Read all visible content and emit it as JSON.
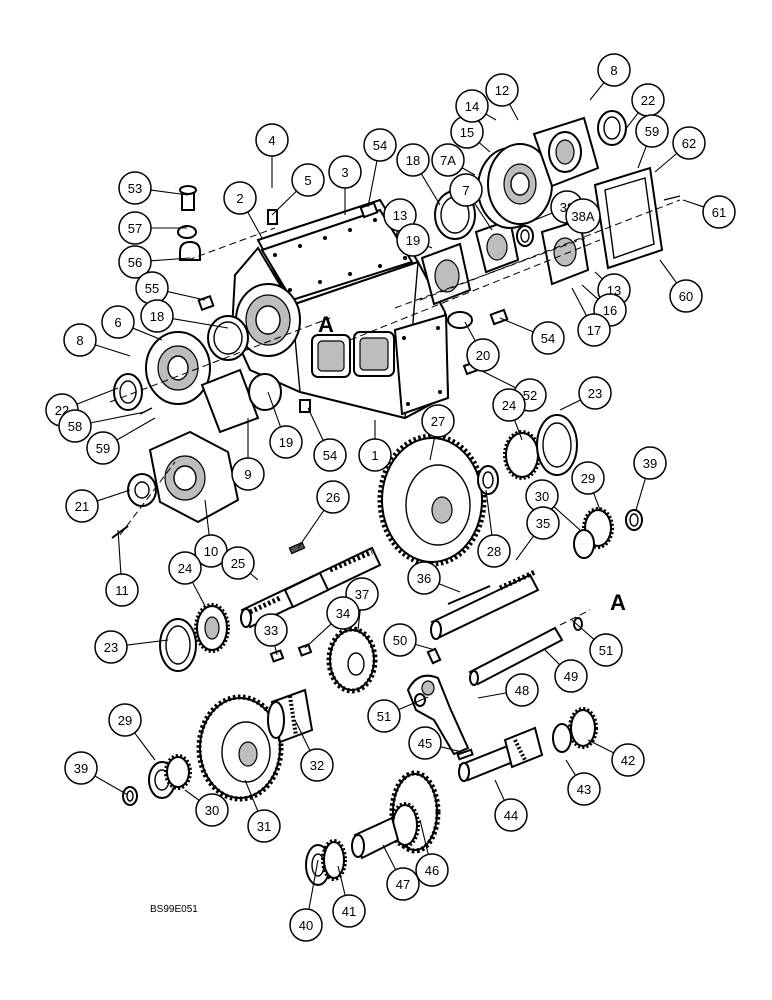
{
  "figure": {
    "reference_code": "BS99E051",
    "section_markers": [
      {
        "id": "marker-a-left",
        "text": "A"
      },
      {
        "id": "marker-a-right",
        "text": "A"
      }
    ]
  },
  "callouts": [
    {
      "id": "c1",
      "label": "1",
      "target": [
        375,
        420
      ]
    },
    {
      "id": "c2",
      "label": "2",
      "target": [
        262,
        238
      ]
    },
    {
      "id": "c3",
      "label": "3",
      "target": [
        345,
        215
      ]
    },
    {
      "id": "c4",
      "label": "4",
      "target": [
        272,
        188
      ]
    },
    {
      "id": "c5",
      "label": "5",
      "target": [
        272,
        215
      ]
    },
    {
      "id": "c54a",
      "label": "54",
      "target": [
        368,
        207
      ]
    },
    {
      "id": "c53",
      "label": "53",
      "target": [
        188,
        195
      ]
    },
    {
      "id": "c57",
      "label": "57",
      "target": [
        187,
        228
      ]
    },
    {
      "id": "c56",
      "label": "56",
      "target": [
        190,
        258
      ]
    },
    {
      "id": "c13a",
      "label": "13",
      "target": [
        396,
        238
      ]
    },
    {
      "id": "c18a",
      "label": "18",
      "target": [
        440,
        205
      ]
    },
    {
      "id": "c7a",
      "label": "7A",
      "target": [
        475,
        175
      ]
    },
    {
      "id": "c15",
      "label": "15",
      "target": [
        490,
        152
      ]
    },
    {
      "id": "c14",
      "label": "14",
      "target": [
        496,
        120
      ]
    },
    {
      "id": "c12",
      "label": "12",
      "target": [
        518,
        120
      ]
    },
    {
      "id": "c8a",
      "label": "8",
      "target": [
        590,
        100
      ]
    },
    {
      "id": "c22a",
      "label": "22",
      "target": [
        625,
        130
      ]
    },
    {
      "id": "c59a",
      "label": "59",
      "target": [
        638,
        168
      ]
    },
    {
      "id": "c62",
      "label": "62",
      "target": [
        655,
        172
      ]
    },
    {
      "id": "c61",
      "label": "61",
      "target": [
        683,
        200
      ]
    },
    {
      "id": "c7",
      "label": "7",
      "target": [
        492,
        230
      ]
    },
    {
      "id": "c38",
      "label": "38",
      "target": [
        535,
        220
      ]
    },
    {
      "id": "c38a",
      "label": "38A",
      "target": [
        556,
        228
      ]
    },
    {
      "id": "c19a",
      "label": "19",
      "target": [
        432,
        248
      ]
    },
    {
      "id": "c13b",
      "label": "13",
      "target": [
        595,
        272
      ]
    },
    {
      "id": "c60",
      "label": "60",
      "target": [
        660,
        260
      ]
    },
    {
      "id": "c16",
      "label": "16",
      "target": [
        582,
        285
      ]
    },
    {
      "id": "c17",
      "label": "17",
      "target": [
        572,
        288
      ]
    },
    {
      "id": "c54b",
      "label": "54",
      "target": [
        500,
        318
      ]
    },
    {
      "id": "c20",
      "label": "20",
      "target": [
        465,
        322
      ]
    },
    {
      "id": "c55",
      "label": "55",
      "target": [
        205,
        300
      ]
    },
    {
      "id": "c6",
      "label": "6",
      "target": [
        162,
        340
      ]
    },
    {
      "id": "c18b",
      "label": "18",
      "target": [
        228,
        328
      ]
    },
    {
      "id": "c8b",
      "label": "8",
      "target": [
        130,
        356
      ]
    },
    {
      "id": "c22b",
      "label": "22",
      "target": [
        118,
        388
      ]
    },
    {
      "id": "c58",
      "label": "58",
      "target": [
        145,
        412
      ]
    },
    {
      "id": "c59b",
      "label": "59",
      "target": [
        155,
        418
      ]
    },
    {
      "id": "c52",
      "label": "52",
      "target": [
        480,
        370
      ]
    },
    {
      "id": "c19b",
      "label": "19",
      "target": [
        268,
        392
      ]
    },
    {
      "id": "c9",
      "label": "9",
      "target": [
        248,
        418
      ]
    },
    {
      "id": "c54c",
      "label": "54",
      "target": [
        308,
        408
      ]
    },
    {
      "id": "c21",
      "label": "21",
      "target": [
        130,
        490
      ]
    },
    {
      "id": "c10",
      "label": "10",
      "target": [
        205,
        500
      ]
    },
    {
      "id": "c11",
      "label": "11",
      "target": [
        118,
        530
      ]
    },
    {
      "id": "c27",
      "label": "27",
      "target": [
        430,
        460
      ]
    },
    {
      "id": "c24a",
      "label": "24",
      "target": [
        522,
        440
      ]
    },
    {
      "id": "c23a",
      "label": "23",
      "target": [
        560,
        410
      ]
    },
    {
      "id": "c28",
      "label": "28",
      "target": [
        486,
        490
      ]
    },
    {
      "id": "c29a",
      "label": "29",
      "target": [
        600,
        510
      ]
    },
    {
      "id": "c39a",
      "label": "39",
      "target": [
        636,
        510
      ]
    },
    {
      "id": "c30a",
      "label": "30",
      "target": [
        580,
        530
      ]
    },
    {
      "id": "c26",
      "label": "26",
      "target": [
        298,
        548
      ]
    },
    {
      "id": "c35",
      "label": "35",
      "target": [
        516,
        560
      ]
    },
    {
      "id": "c25",
      "label": "25",
      "target": [
        258,
        580
      ]
    },
    {
      "id": "c36",
      "label": "36",
      "target": [
        460,
        592
      ]
    },
    {
      "id": "c24b",
      "label": "24",
      "target": [
        206,
        608
      ]
    },
    {
      "id": "c37",
      "label": "37",
      "target": [
        358,
        630
      ]
    },
    {
      "id": "c34",
      "label": "34",
      "target": [
        305,
        648
      ]
    },
    {
      "id": "c33",
      "label": "33",
      "target": [
        277,
        655
      ]
    },
    {
      "id": "c23b",
      "label": "23",
      "target": [
        168,
        640
      ]
    },
    {
      "id": "c50",
      "label": "50",
      "target": [
        435,
        650
      ]
    },
    {
      "id": "c51a",
      "label": "51",
      "target": [
        572,
        620
      ]
    },
    {
      "id": "c49",
      "label": "49",
      "target": [
        545,
        650
      ]
    },
    {
      "id": "c48",
      "label": "48",
      "target": [
        478,
        698
      ]
    },
    {
      "id": "c51b",
      "label": "51",
      "target": [
        428,
        697
      ]
    },
    {
      "id": "c32",
      "label": "32",
      "target": [
        295,
        720
      ]
    },
    {
      "id": "c45",
      "label": "45",
      "target": [
        462,
        752
      ]
    },
    {
      "id": "c42",
      "label": "42",
      "target": [
        588,
        740
      ]
    },
    {
      "id": "c29b",
      "label": "29",
      "target": [
        155,
        760
      ]
    },
    {
      "id": "c43",
      "label": "43",
      "target": [
        566,
        760
      ]
    },
    {
      "id": "c44",
      "label": "44",
      "target": [
        495,
        780
      ]
    },
    {
      "id": "c39b",
      "label": "39",
      "target": [
        128,
        795
      ]
    },
    {
      "id": "c30b",
      "label": "30",
      "target": [
        185,
        790
      ]
    },
    {
      "id": "c31",
      "label": "31",
      "target": [
        245,
        780
      ]
    },
    {
      "id": "c46",
      "label": "46",
      "target": [
        420,
        820
      ]
    },
    {
      "id": "c47",
      "label": "47",
      "target": [
        383,
        845
      ]
    },
    {
      "id": "c40",
      "label": "40",
      "target": [
        318,
        860
      ]
    },
    {
      "id": "c41",
      "label": "41",
      "target": [
        338,
        866
      ]
    }
  ]
}
